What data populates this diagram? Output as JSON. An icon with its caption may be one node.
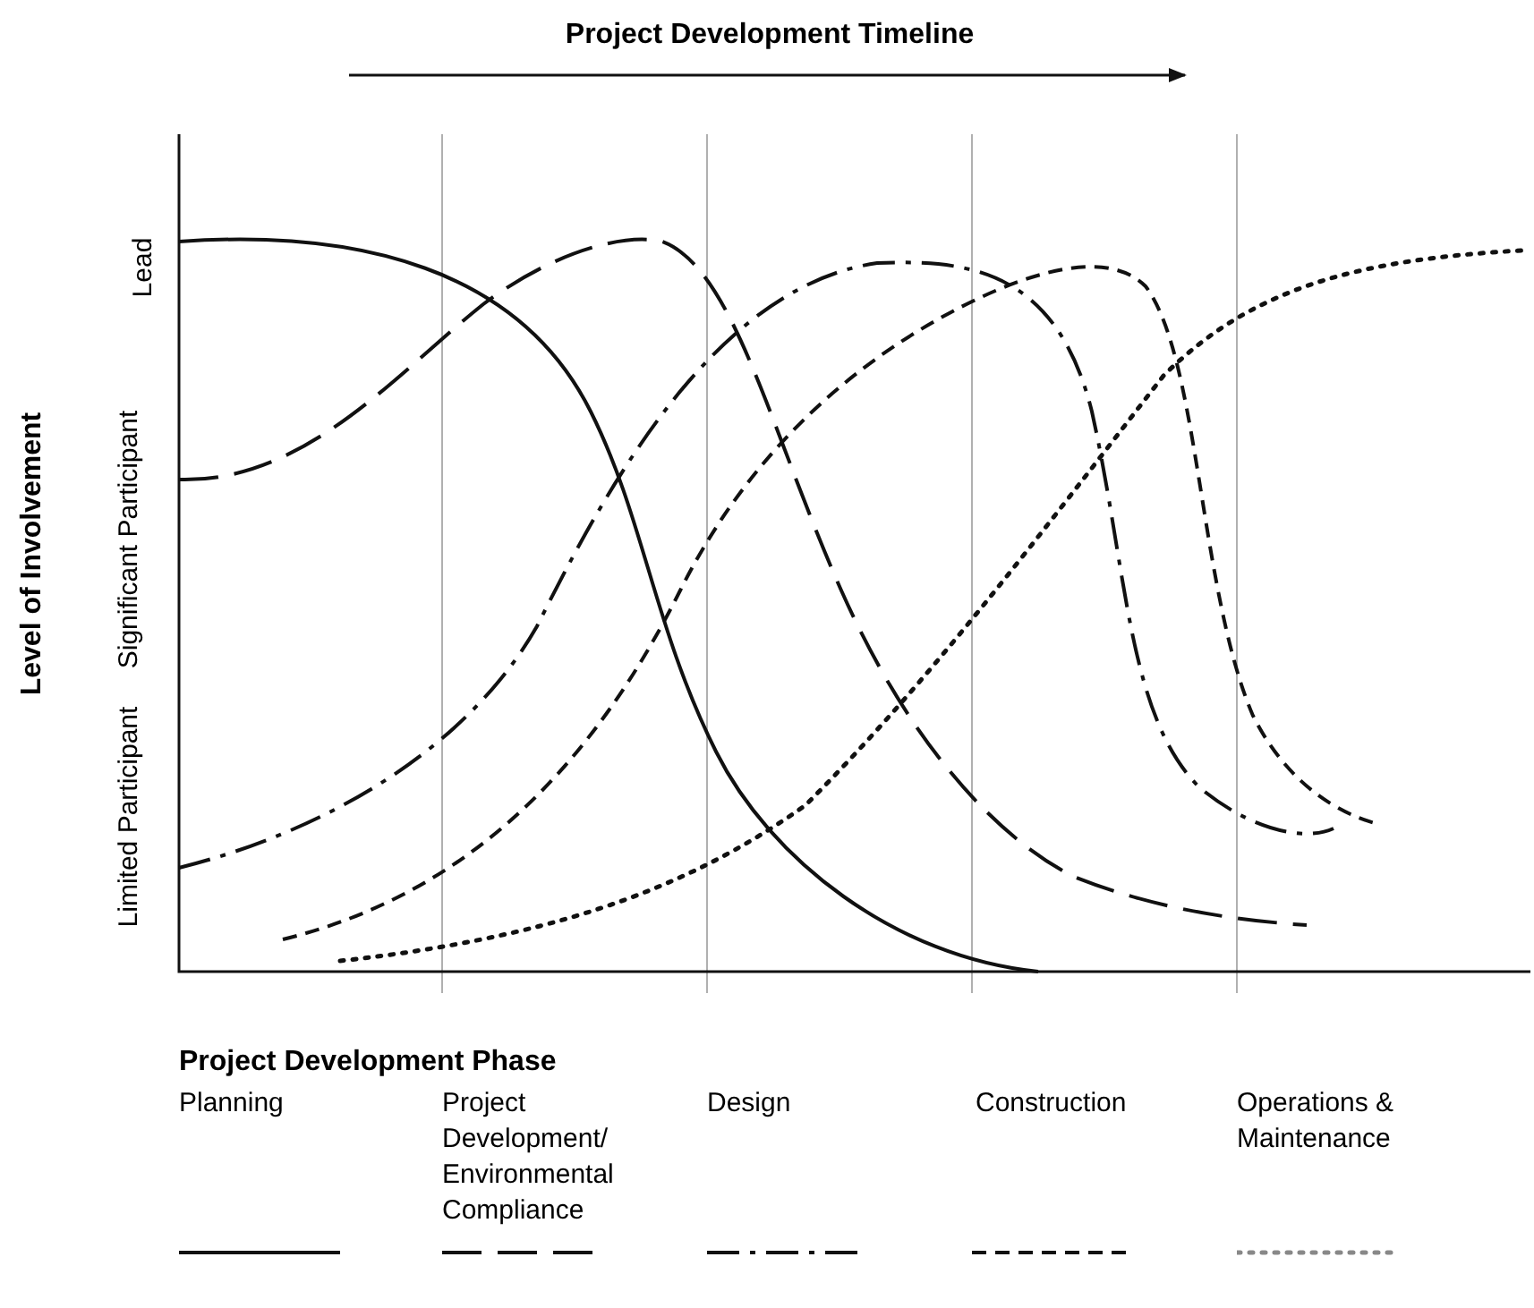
{
  "diagram": {
    "title": "Project Development Timeline",
    "labels": [
      "Level of Involvement",
      "Lead",
      "Significant Participant",
      "Limited Participant",
      "Project Development Phase"
    ],
    "legend": [
      {
        "text": "Planning"
      },
      {
        "text": "Project Development/ Environmental Compliance"
      },
      {
        "text": "Design"
      },
      {
        "text": "Construction"
      },
      {
        "text": "Operations & Maintenance"
      }
    ]
  }
}
